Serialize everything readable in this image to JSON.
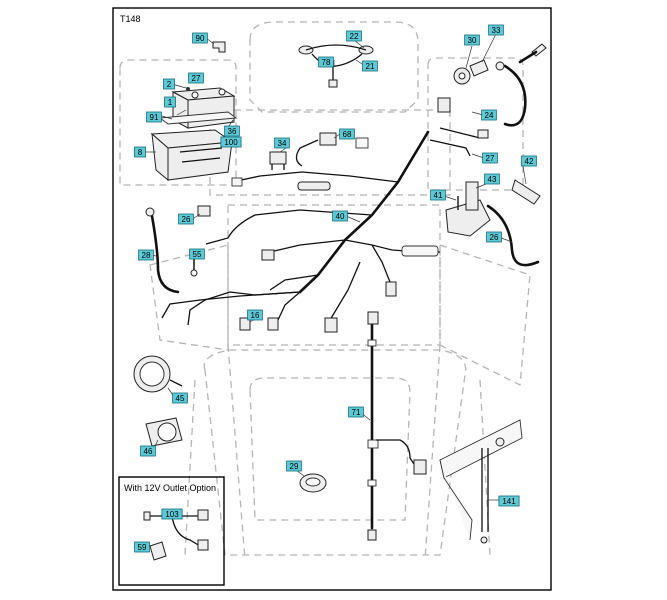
{
  "figure_code": "T148",
  "inset_title": "With 12V Outlet Option",
  "callouts": [
    "90",
    "22",
    "78",
    "21",
    "33",
    "30",
    "2",
    "27",
    "1",
    "91",
    "36",
    "100",
    "8",
    "34",
    "68",
    "24",
    "27",
    "42",
    "41",
    "43",
    "26",
    "40",
    "28",
    "26",
    "55",
    "16",
    "45",
    "46",
    "71",
    "29",
    "141",
    "103",
    "59"
  ]
}
